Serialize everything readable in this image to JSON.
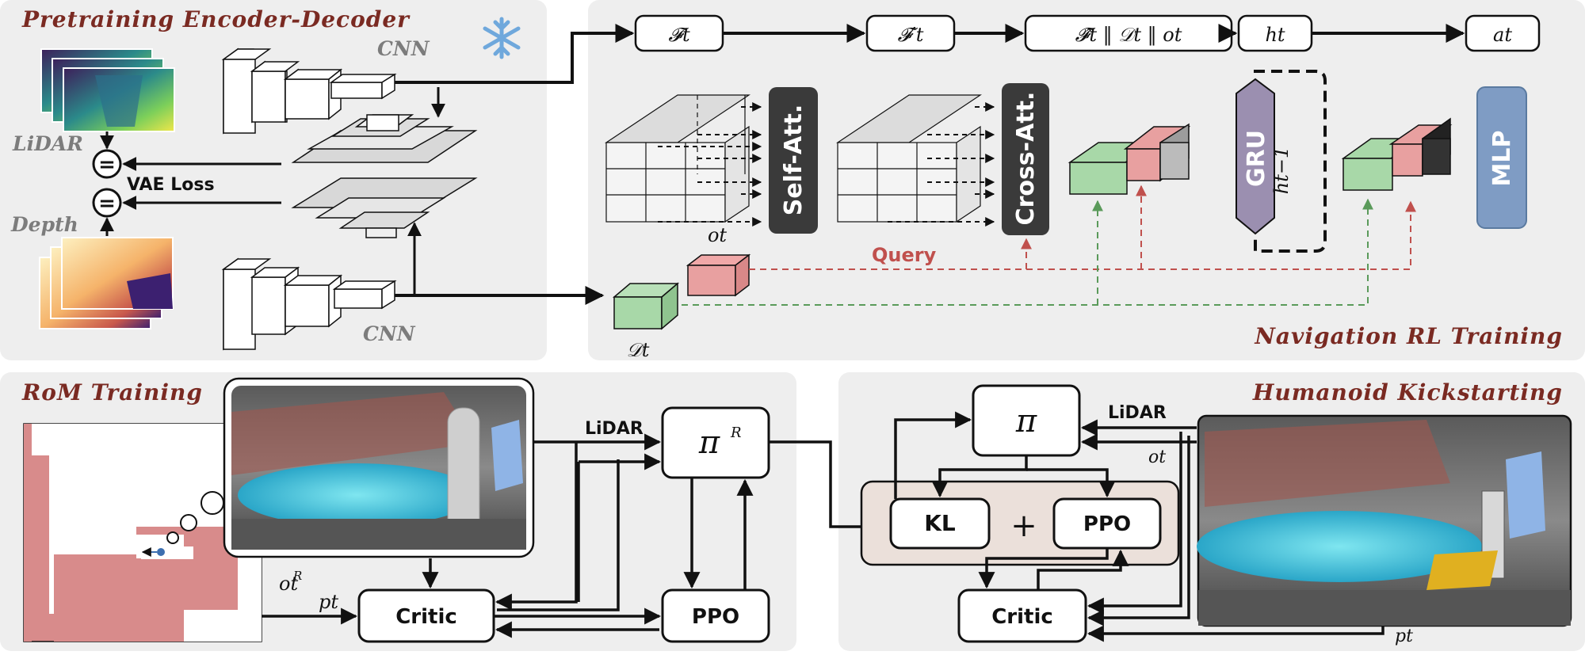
{
  "panels": {
    "pretraining": {
      "title": "Pretraining Encoder-Decoder"
    },
    "navigation": {
      "title": "Navigation RL Training"
    },
    "rom": {
      "title": "RoM Training"
    },
    "kickstart": {
      "title": "Humanoid Kickstarting"
    }
  },
  "pretraining": {
    "cnn_top": "CNN",
    "cnn_bottom": "CNN",
    "lidar": "LiDAR",
    "depth": "Depth",
    "vae_loss": "VAE Loss",
    "eq_symbol": "="
  },
  "navigation": {
    "chain": [
      "𝓕t",
      "𝓕′t",
      "𝓕̂t ‖ 𝒟t ‖ ot",
      "ht",
      "at"
    ],
    "self_att": "Self-Att.",
    "cross_att": "Cross-Att.",
    "gru": "GRU",
    "mlp": "MLP",
    "query": "Query",
    "ot": "ot",
    "dt": "𝒟t",
    "ht1": "ht−1"
  },
  "rom": {
    "lidar": "LiDAR",
    "pi": "π",
    "pi_sup": "R",
    "critic": "Critic",
    "ppo": "PPO",
    "ot": "ot",
    "ot_sup": "R",
    "pt": "pt"
  },
  "kickstart": {
    "pi": "π",
    "lidar": "LiDAR",
    "ot": "ot",
    "kl": "KL",
    "plus": "+",
    "ppo": "PPO",
    "critic": "Critic",
    "pt": "pt"
  },
  "colors": {
    "panel_bg": "#eeeeee",
    "title": "#7a2a22",
    "query_red": "#c0504d",
    "green_dashed": "#5a9a5a",
    "gru_purple": "#9b8fb0",
    "mlp_blue": "#7f9cc4",
    "dark_block": "#3a3a3a",
    "snowflake": "#6fa8dc"
  }
}
